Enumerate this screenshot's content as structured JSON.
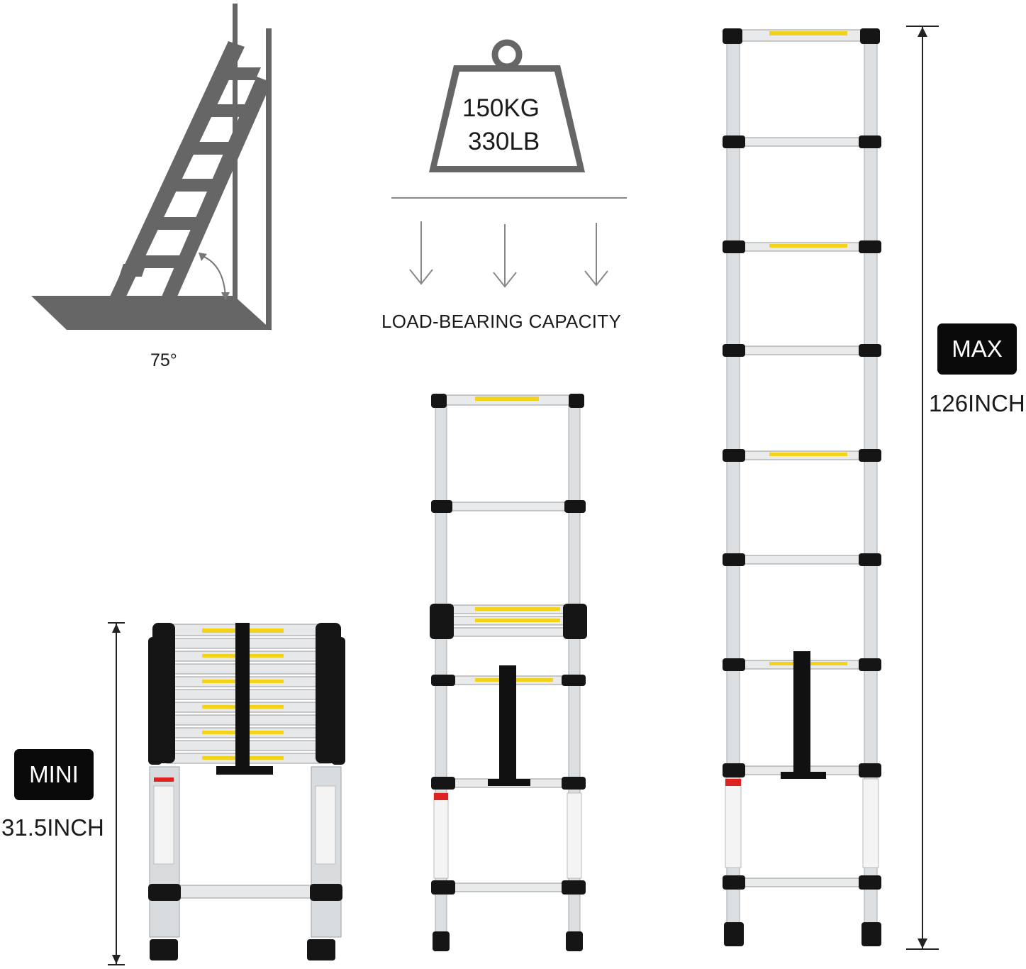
{
  "angle_panel": {
    "angle_label": "75°"
  },
  "load_panel": {
    "weight_kg": "150KG",
    "weight_lb": "330LB",
    "caption": "LOAD-BEARING CAPACITY"
  },
  "mini": {
    "badge": "MINI",
    "height": "31.5INCH"
  },
  "max": {
    "badge": "MAX",
    "height": "126INCH"
  },
  "colors": {
    "diagram_gray": "#666666",
    "badge_bg": "#0a0a0a",
    "warning_yellow": "#f3d21c",
    "aluminum": "#d9dcdf",
    "cap_black": "#151515"
  }
}
